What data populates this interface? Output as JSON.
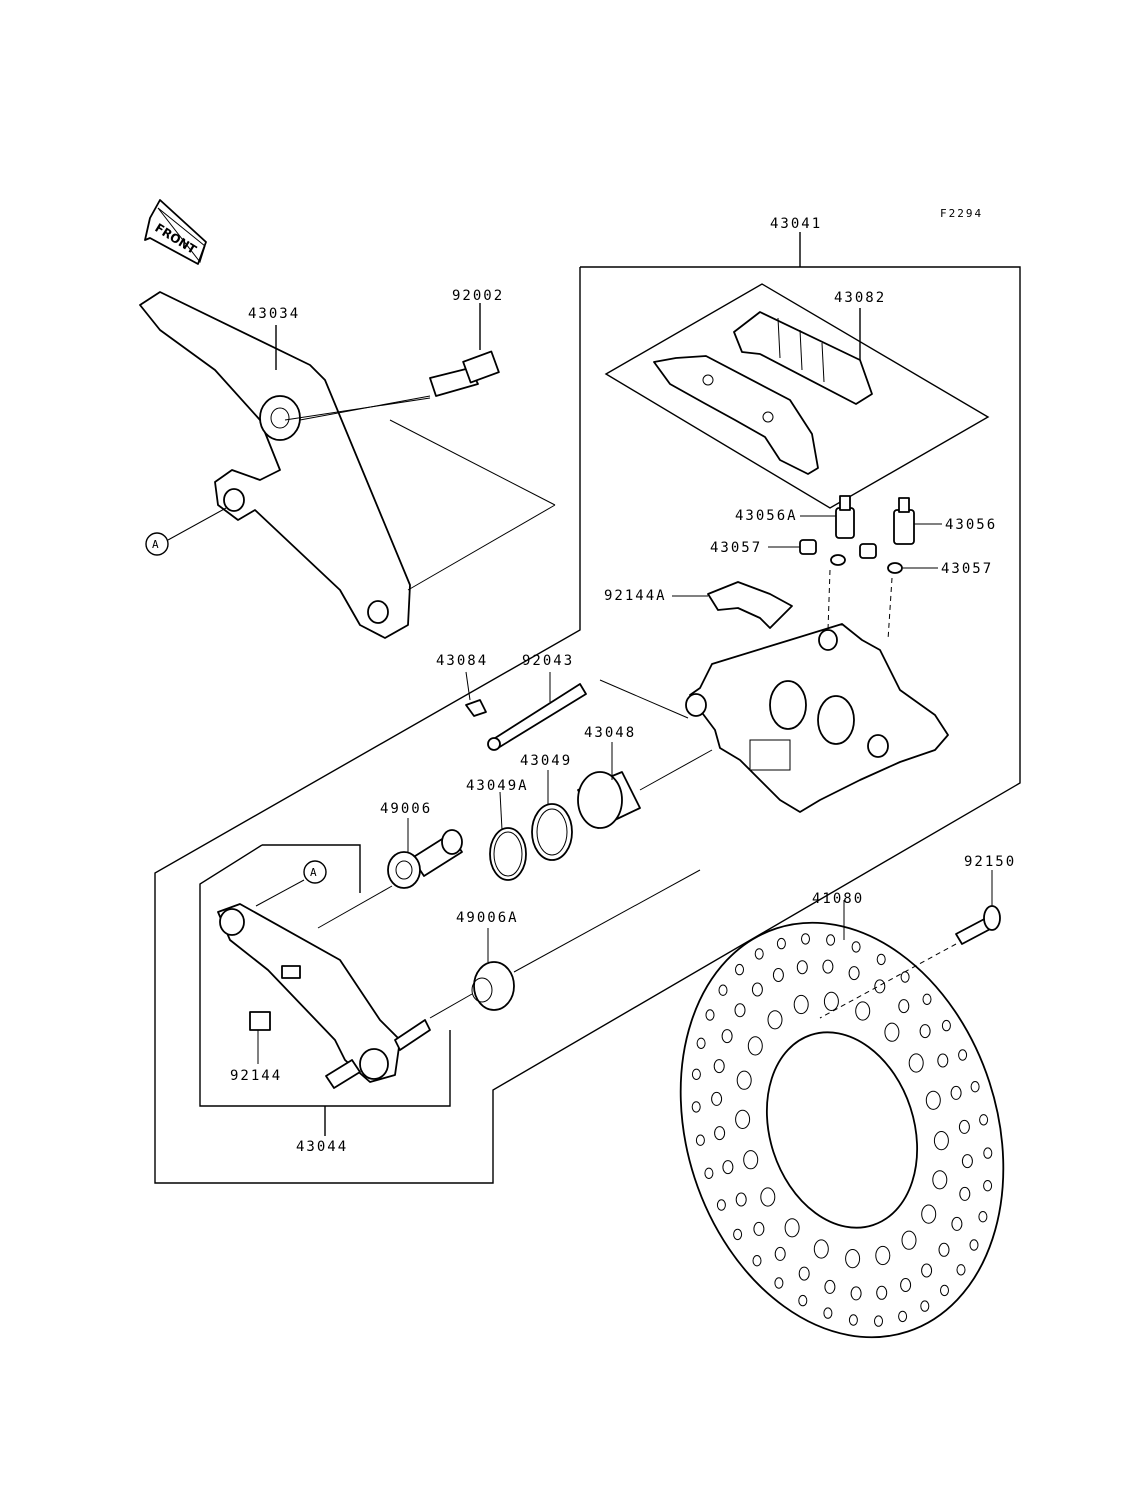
{
  "diagram_ref": "F2294",
  "front_label": "FRONT",
  "ref_marker": "A",
  "parts": {
    "p43041": "43041",
    "p43034": "43034",
    "p92002": "92002",
    "p43082": "43082",
    "p43056A": "43056A",
    "p43056": "43056",
    "p43057a": "43057",
    "p43057b": "43057",
    "p92144A": "92144A",
    "p43084": "43084",
    "p92043": "92043",
    "p43048": "43048",
    "p43049": "43049",
    "p43049A": "43049A",
    "p49006": "49006",
    "p49006A": "49006A",
    "p92150": "92150",
    "p41080": "41080",
    "p92144": "92144",
    "p43044": "43044"
  }
}
